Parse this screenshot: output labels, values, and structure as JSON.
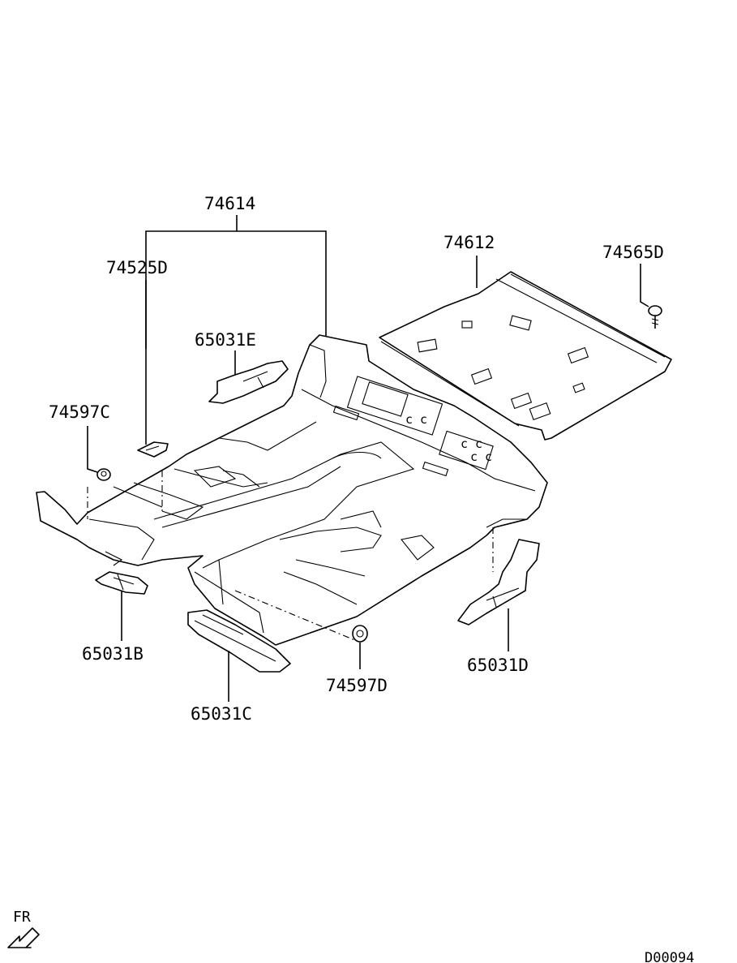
{
  "labels": {
    "p74614": "74614",
    "p74612": "74612",
    "p74565D": "74565D",
    "p74525D": "74525D",
    "p65031E": "65031E",
    "p74597C": "74597C",
    "p65031B": "65031B",
    "p65031C": "65031C",
    "p74597D": "74597D",
    "p65031D": "65031D"
  },
  "footer": {
    "direction": "FR",
    "diagram_id": "D00094"
  }
}
